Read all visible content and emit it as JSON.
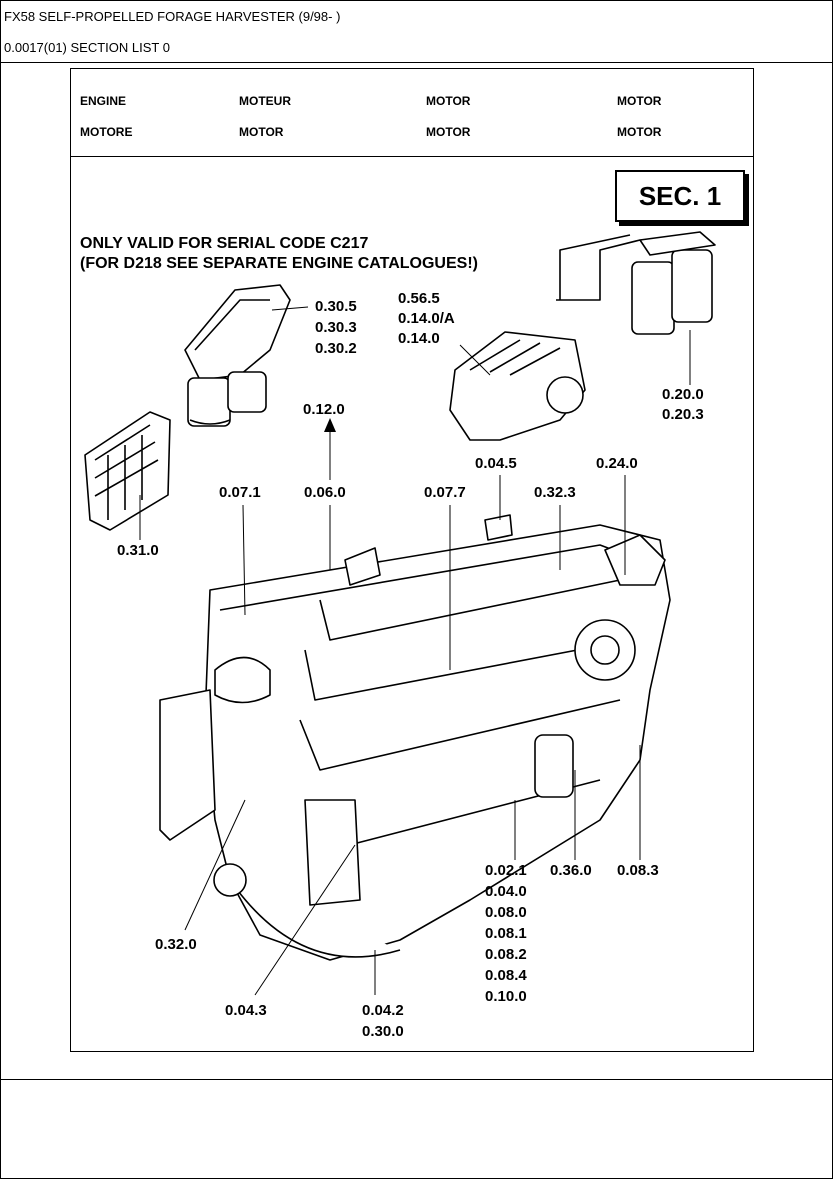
{
  "header": {
    "line1": "FX58 SELF-PROPELLED FORAGE HARVESTER (9/98- )",
    "line2": "0.0017(01) SECTION LIST 0"
  },
  "languages": {
    "row1": [
      "ENGINE",
      "MOTEUR",
      "MOTOR",
      "MOTOR"
    ],
    "row2": [
      "MOTORE",
      "MOTOR",
      "MOTOR",
      "MOTOR"
    ]
  },
  "section_badge": "SEC. 1",
  "notes": {
    "line1": "ONLY VALID FOR SERIAL CODE C217",
    "line2": "(FOR D218 SEE SEPARATE ENGINE CATALOGUES!)"
  },
  "part_labels": {
    "filter_head": [
      "0.30.5",
      "0.30.3",
      "0.30.2"
    ],
    "injection_pump": [
      "0.56.5",
      "0.14.0/A",
      "0.14.0"
    ],
    "fuel_filter": [
      "0.20.0",
      "0.20.3"
    ],
    "arrow_target": "0.12.0",
    "ecu": "0.31.0",
    "top_row": [
      "0.07.1",
      "0.06.0",
      "0.07.7"
    ],
    "thermostat": "0.04.5",
    "exhaust": "0.32.3",
    "turbo": "0.24.0",
    "block_group": [
      "0.02.1",
      "0.04.0",
      "0.08.0",
      "0.08.1",
      "0.08.2",
      "0.08.4",
      "0.10.0"
    ],
    "oil_cooler": "0.36.0",
    "sump": "0.08.3",
    "water_pump": "0.32.0",
    "front_cover": "0.04.3",
    "oil_pan": [
      "0.04.2",
      "0.30.0"
    ]
  }
}
